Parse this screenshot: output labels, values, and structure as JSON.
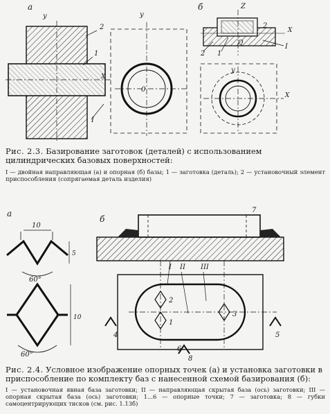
{
  "figure_2_3": {
    "panel_labels": [
      "а",
      "б"
    ],
    "axis_labels": {
      "x": "X",
      "y": "y",
      "z": "Z"
    },
    "point_labels": {
      "origin": "0",
      "q": "Q"
    },
    "callouts": {
      "n1": "1",
      "n2": "2",
      "r1": "I"
    },
    "caption_lead": "Рис. 2.3.",
    "caption_text": "Базирование заготовок (деталей) с использованием цилиндрических базовых поверхностей:",
    "legend": "I — двойная направляющая (а) и опорная (б) базы; 1 — заготовка (деталь); 2 — установочный элемент приспособления (сопрягаемая деталь изделия)"
  },
  "figure_2_4": {
    "panel_labels": [
      "а",
      "б"
    ],
    "dims": {
      "width": "10",
      "h_small": "5",
      "h_large": "10",
      "angle": "60°"
    },
    "roman": {
      "r1": "I",
      "r2": "II",
      "r3": "III"
    },
    "points": {
      "p1": "1",
      "p2": "2",
      "p3": "3",
      "p4": "4",
      "p5": "5",
      "p6": "6",
      "p7": "7",
      "p8": "8"
    },
    "caption_lead": "Рис. 2.4.",
    "caption_text": "Условное изображение опорных точек (а) и установка заготовки в приспособление по комплекту баз с нанесенной схемой базирования (б):",
    "legend": "I — установочная явная база заготовки; II — направляющая скрытая база (ось) заготовки; III — опорная скрытая база (ось) заготовки; 1...6 — опорные точки; 7 — заготовка; 8 — губки самоцентрирующих тисков (см. рис. 1.13б)"
  }
}
